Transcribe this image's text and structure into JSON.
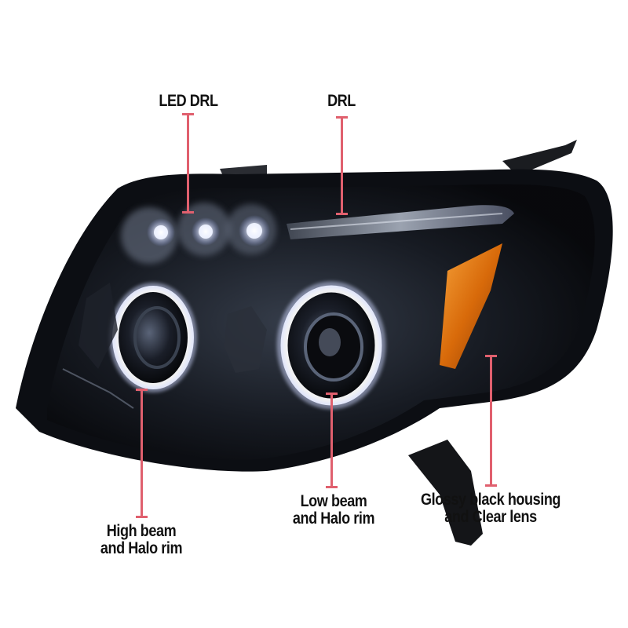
{
  "labels": {
    "led_drl": "LED DRL",
    "drl": "DRL",
    "low_beam_line1": "Low beam",
    "low_beam_line2": "and Halo rim",
    "high_beam_line1": "High beam",
    "high_beam_line2": "and Halo rim",
    "housing_line1": "Glossy black housing",
    "housing_line2": "and Clear lens"
  },
  "colors": {
    "callout": "#e0606e",
    "housing": "#0d0f14",
    "amber": "#e07a10"
  }
}
